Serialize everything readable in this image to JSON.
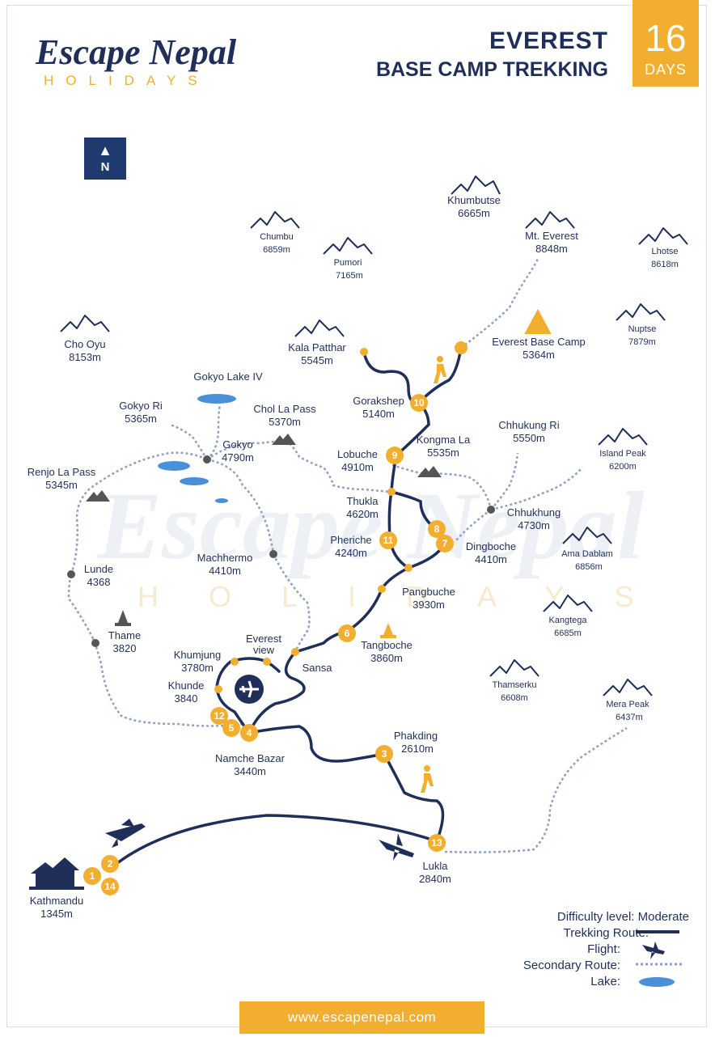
{
  "header": {
    "logo_line1": "Escape Nepal",
    "logo_line2": "HOLIDAYS",
    "title1": "EVEREST",
    "title2": "BASE CAMP TREKKING",
    "days_number": "16",
    "days_label": "DAYS",
    "north": "N"
  },
  "watermark": {
    "line1": "Escape Nepal",
    "line2": "HOLIDAYS"
  },
  "colors": {
    "navy": "#1f2f59",
    "accent": "#f2ae2e",
    "secondary": "#8fa2bf",
    "lake": "#4a90d9",
    "gray": "#555555"
  },
  "peaks": [
    {
      "name": "Khumbutse",
      "elev": "6665m"
    },
    {
      "name": "Chumbu",
      "elev": "6859m"
    },
    {
      "name": "Mt. Everest",
      "elev": "8848m"
    },
    {
      "name": "Lhotse",
      "elev": "8618m"
    },
    {
      "name": "Pumori",
      "elev": "7165m"
    },
    {
      "name": "Nuptse",
      "elev": "7879m"
    },
    {
      "name": "Cho Oyu",
      "elev": "8153m"
    },
    {
      "name": "Kala Patthar",
      "elev": "5545m"
    },
    {
      "name": "Island Peak",
      "elev": "6200m"
    },
    {
      "name": "Ama Dablam",
      "elev": "6856m"
    },
    {
      "name": "Kangtega",
      "elev": "6685m"
    },
    {
      "name": "Thamserku",
      "elev": "6608m"
    },
    {
      "name": "Mera Peak",
      "elev": "6437m"
    }
  ],
  "places": [
    {
      "name": "Everest Base Camp",
      "elev": "5364m"
    },
    {
      "name": "Gokyo Lake IV",
      "elev": ""
    },
    {
      "name": "Gorakshep",
      "elev": "5140m"
    },
    {
      "name": "Gokyo Ri",
      "elev": "5365m"
    },
    {
      "name": "Chol La Pass",
      "elev": "5370m"
    },
    {
      "name": "Chhukung Ri",
      "elev": "5550m"
    },
    {
      "name": "Kongma La",
      "elev": "5535m"
    },
    {
      "name": "Gokyo",
      "elev": "4790m"
    },
    {
      "name": "Lobuche",
      "elev": "4910m"
    },
    {
      "name": "Renjo La Pass",
      "elev": "5345m"
    },
    {
      "name": "Thukla",
      "elev": "4620m"
    },
    {
      "name": "Chhukhung",
      "elev": "4730m"
    },
    {
      "name": "Pheriche",
      "elev": "4240m"
    },
    {
      "name": "Dingboche",
      "elev": "4410m"
    },
    {
      "name": "Machhermo",
      "elev": "4410m"
    },
    {
      "name": "Lunde",
      "elev": "4368"
    },
    {
      "name": "Pangbuche",
      "elev": "3930m"
    },
    {
      "name": "Thame",
      "elev": "3820"
    },
    {
      "name": "Tangboche",
      "elev": "3860m"
    },
    {
      "name": "Everest",
      "elev": "view"
    },
    {
      "name": "Khumjung",
      "elev": "3780m"
    },
    {
      "name": "Sansa",
      "elev": ""
    },
    {
      "name": "Khunde",
      "elev": "3840"
    },
    {
      "name": "Phakding",
      "elev": "2610m"
    },
    {
      "name": "Namche Bazar",
      "elev": "3440m"
    },
    {
      "name": "Lukla",
      "elev": "2840m"
    },
    {
      "name": "Kathmandu",
      "elev": "1345m"
    }
  ],
  "day_markers": [
    "1",
    "2",
    "14",
    "3",
    "4",
    "5",
    "12",
    "6",
    "7",
    "8",
    "9",
    "10",
    "11",
    "13"
  ],
  "legend": {
    "difficulty": "Difficulty level: Moderate",
    "trekking": "Trekking Route:",
    "flight": "Flight:",
    "secondary": "Secondary Route:",
    "lake": "Lake:"
  },
  "footer": {
    "url": "www.escapenepal.com"
  }
}
